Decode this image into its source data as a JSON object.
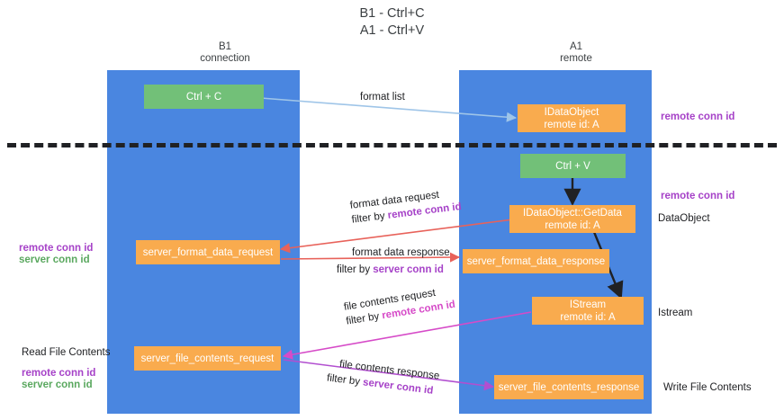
{
  "title": {
    "line1": "B1 - Ctrl+C",
    "line2": "A1 - Ctrl+V"
  },
  "columns": [
    {
      "name": "B1",
      "role": "connection"
    },
    {
      "name": "A1",
      "role": "remote"
    }
  ],
  "colors": {
    "lane": "#4a86e0",
    "node_orange": "#f9ab4e",
    "node_green": "#72c078",
    "purple": "#a642c8",
    "green_text": "#5aa85f",
    "arrow_lightblue": "#9fc5e8",
    "arrow_red": "#e8625a",
    "arrow_magenta": "#d64bc8",
    "arrow_purple": "#b24fd0",
    "arrow_black": "#202124",
    "divider": "#202124",
    "text": "#3c4043"
  },
  "nodes": {
    "ctrl_c": {
      "line1": "Ctrl + C",
      "line2": ""
    },
    "idataobject": {
      "line1": "IDataObject",
      "line2": "remote id: A"
    },
    "ctrl_v": {
      "line1": "Ctrl + V",
      "line2": ""
    },
    "getdata": {
      "line1": "IDataObject::GetData",
      "line2": "remote id: A"
    },
    "fmt_req": {
      "line1": "server_format_data_request",
      "line2": ""
    },
    "fmt_resp": {
      "line1": "server_format_data_response",
      "line2": ""
    },
    "istream": {
      "line1": "IStream",
      "line2": "remote id: A"
    },
    "file_req": {
      "line1": "server_file_contents_request",
      "line2": ""
    },
    "file_resp": {
      "line1": "server_file_contents_response",
      "line2": ""
    }
  },
  "edge_labels": {
    "format_list": "format list",
    "fmt_req_l1": "format data request",
    "fmt_req_filter_prefix": "filter by ",
    "fmt_req_filter_key": "remote conn id",
    "fmt_resp_l1": "format data response",
    "fmt_resp_filter_prefix": "filter by ",
    "fmt_resp_filter_key": "server conn id",
    "file_req_l1": "file contents request",
    "file_req_filter_prefix": "filter by ",
    "file_req_filter_key": "remote conn id",
    "file_resp_l1": "file contents response",
    "file_resp_filter_prefix": "filter by ",
    "file_resp_filter_key": "server conn id"
  },
  "side_labels": {
    "right_remote_conn_id_top": "remote conn id",
    "right_remote_conn_id_mid": "remote conn id",
    "right_dataobject": "DataObject",
    "right_istream": "Istream",
    "right_write_file_contents": "Write File Contents",
    "left_remote_conn_id_mid": "remote conn id",
    "left_server_conn_id_mid": "server conn id",
    "left_read_file_contents": "Read File Contents",
    "left_remote_conn_id_bot": "remote conn id",
    "left_server_conn_id_bot": "server conn id"
  }
}
